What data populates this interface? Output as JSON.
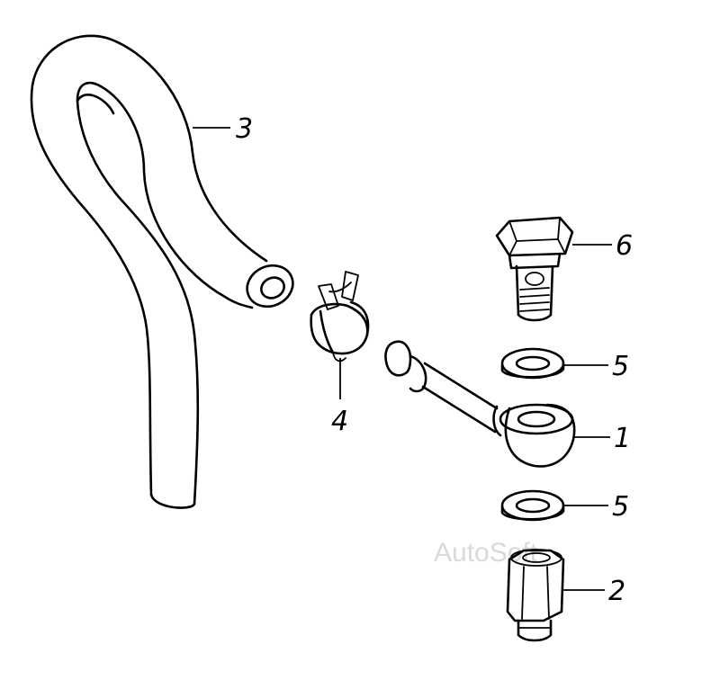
{
  "figure": {
    "watermark": "AutoSoft",
    "callouts": [
      "3",
      "6",
      "4",
      "5",
      "1",
      "5",
      "2"
    ]
  }
}
